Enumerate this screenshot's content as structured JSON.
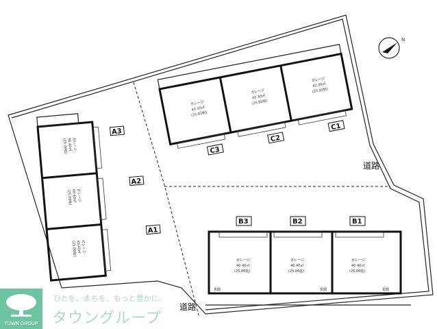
{
  "compass": {
    "north_label": "N"
  },
  "roads": [
    "道路",
    "道路"
  ],
  "units_c": [
    {
      "id": "C3",
      "type": "ガレージ",
      "area": "42.30㎡",
      "tatami": "(25.92帖)"
    },
    {
      "id": "C2",
      "type": "ガレージ",
      "area": "42.30㎡",
      "tatami": "(25.92帖)"
    },
    {
      "id": "C1",
      "type": "ガレージ",
      "area": "42.30㎡",
      "tatami": "(25.92帖)"
    }
  ],
  "units_a": [
    {
      "id": "A3",
      "type": "ガレージ",
      "area": "40.40㎡",
      "tatami": "(25.06帖)"
    },
    {
      "id": "A2",
      "type": "ガレージ",
      "area": "40.40㎡",
      "tatami": "(25.06帖)"
    },
    {
      "id": "A1",
      "type": "ガレージ",
      "area": "40.40㎡",
      "tatami": "(25.06帖)"
    }
  ],
  "units_b": [
    {
      "id": "B3",
      "type": "ガレージ",
      "area": "40.40㎡",
      "tatami": "(25.06帖)"
    },
    {
      "id": "B2",
      "type": "ガレージ",
      "area": "40.40㎡",
      "tatami": "(25.06帖)"
    },
    {
      "id": "B1",
      "type": "ガレージ",
      "area": "40.40㎡",
      "tatami": "(25.06帖)"
    }
  ],
  "entrance_label": "玄関",
  "logo": {
    "name": "TOWN GROUP",
    "tagline": "ひとを、まちを、もっと豊かに。",
    "brand": "タウングループ",
    "color": "#6cc4a0"
  }
}
